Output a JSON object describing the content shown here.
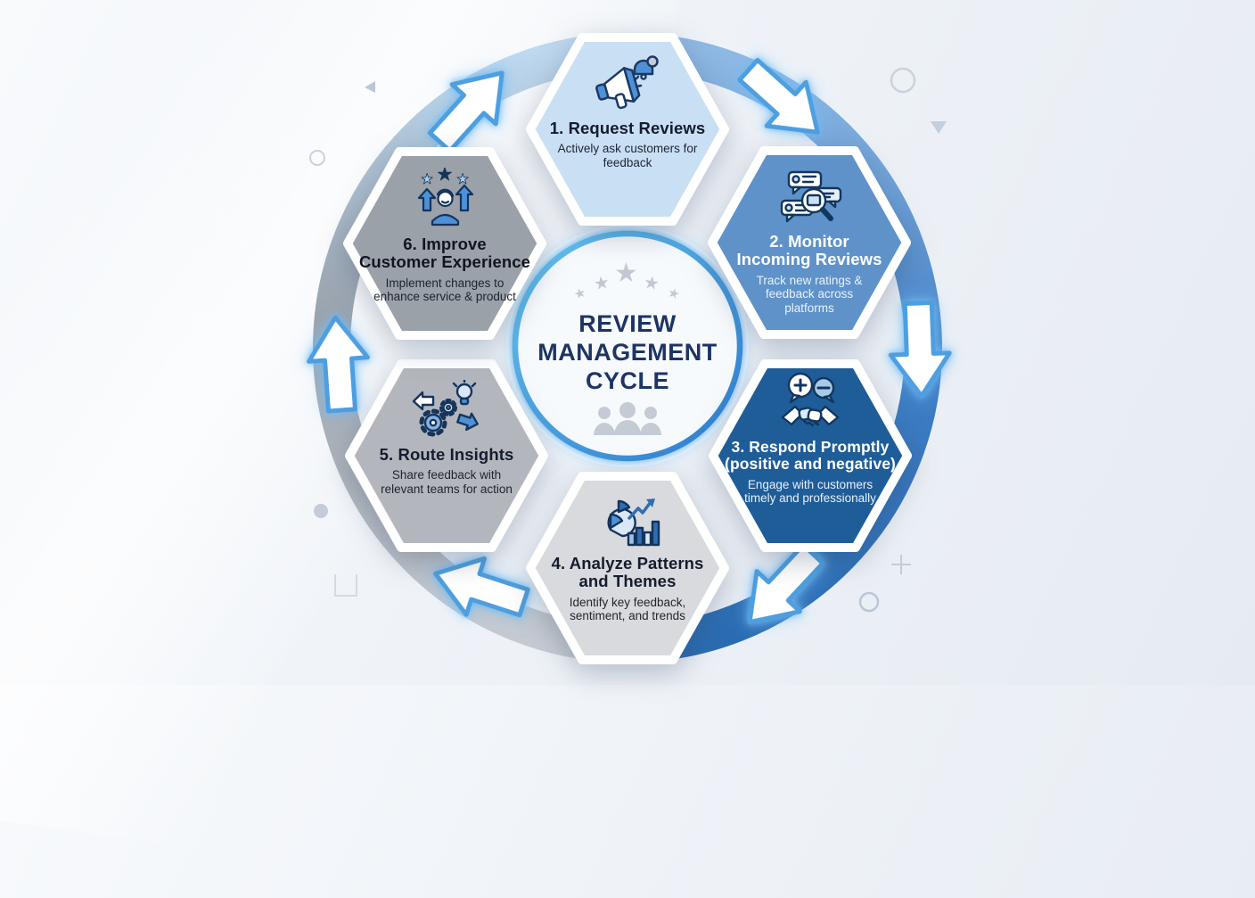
{
  "center": {
    "title_lines": [
      "REVIEW",
      "MANAGEMENT",
      "CYCLE"
    ],
    "stars_icon": "five-stars-icon",
    "people_icon": "people-group-icon",
    "ring_glow_start": "#66c6f0",
    "ring_glow_end": "#2d7bd0"
  },
  "steps": [
    {
      "title_lines": [
        "1. Request Reviews",
        ""
      ],
      "subtitle": "Actively ask customers for feedback",
      "icon": "megaphone-bell-icon",
      "fill": "#c9dff4",
      "text_color": "#141c2e",
      "subtext_color": "#1d2634"
    },
    {
      "title_lines": [
        "2. Monitor",
        "Incoming Reviews"
      ],
      "subtitle": "Track new ratings & feedback across platforms",
      "icon": "reviews-search-icon",
      "fill": "#5e92c9",
      "text_color": "#ffffff",
      "subtext_color": "#eaf2fb"
    },
    {
      "title_lines": [
        "3. Respond Promptly",
        "(positive and negative)"
      ],
      "subtitle": "Engage with customers timely and professionally",
      "icon": "handshake-feedback-icon",
      "fill": "#1f5d99",
      "text_color": "#ffffff",
      "subtext_color": "#e7f0fa"
    },
    {
      "title_lines": [
        "4. Analyze Patterns",
        "and Themes"
      ],
      "subtitle": "Identify key feedback, sentiment, and trends",
      "icon": "pie-bar-chart-icon",
      "fill": "#d8dadd",
      "text_color": "#141c2e",
      "subtext_color": "#20262f"
    },
    {
      "title_lines": [
        "5. Route Insights",
        ""
      ],
      "subtitle": "Share feedback with relevant teams for action",
      "icon": "gears-lightbulb-icon",
      "fill": "#b3b7bd",
      "text_color": "#141c2e",
      "subtext_color": "#20262f"
    },
    {
      "title_lines": [
        "6. Improve",
        "Customer Experience"
      ],
      "subtitle": "Implement changes to enhance service & product",
      "icon": "customer-growth-icon",
      "fill": "#9ba1a9",
      "text_color": "#10151f",
      "subtext_color": "#1d232d"
    }
  ],
  "ring": {
    "blue_top": "#8fb9e4",
    "blue_mid": "#3f7ec6",
    "blue_bottom": "#2a6cb2",
    "gray_bottom": "#c6cbd2",
    "gray_mid": "#9aa2ac",
    "gray_top": "#bdd8ef",
    "arrow_fill": "#ffffff",
    "arrow_stroke": "#4d9fe0"
  },
  "decorations": [
    "circle-outline-icon",
    "triangle-down-icon",
    "triangle-left-icon",
    "small-circle-outline-icon",
    "dot-icon",
    "bracket-icon",
    "plus-icon",
    "circle-outline-small-icon"
  ]
}
